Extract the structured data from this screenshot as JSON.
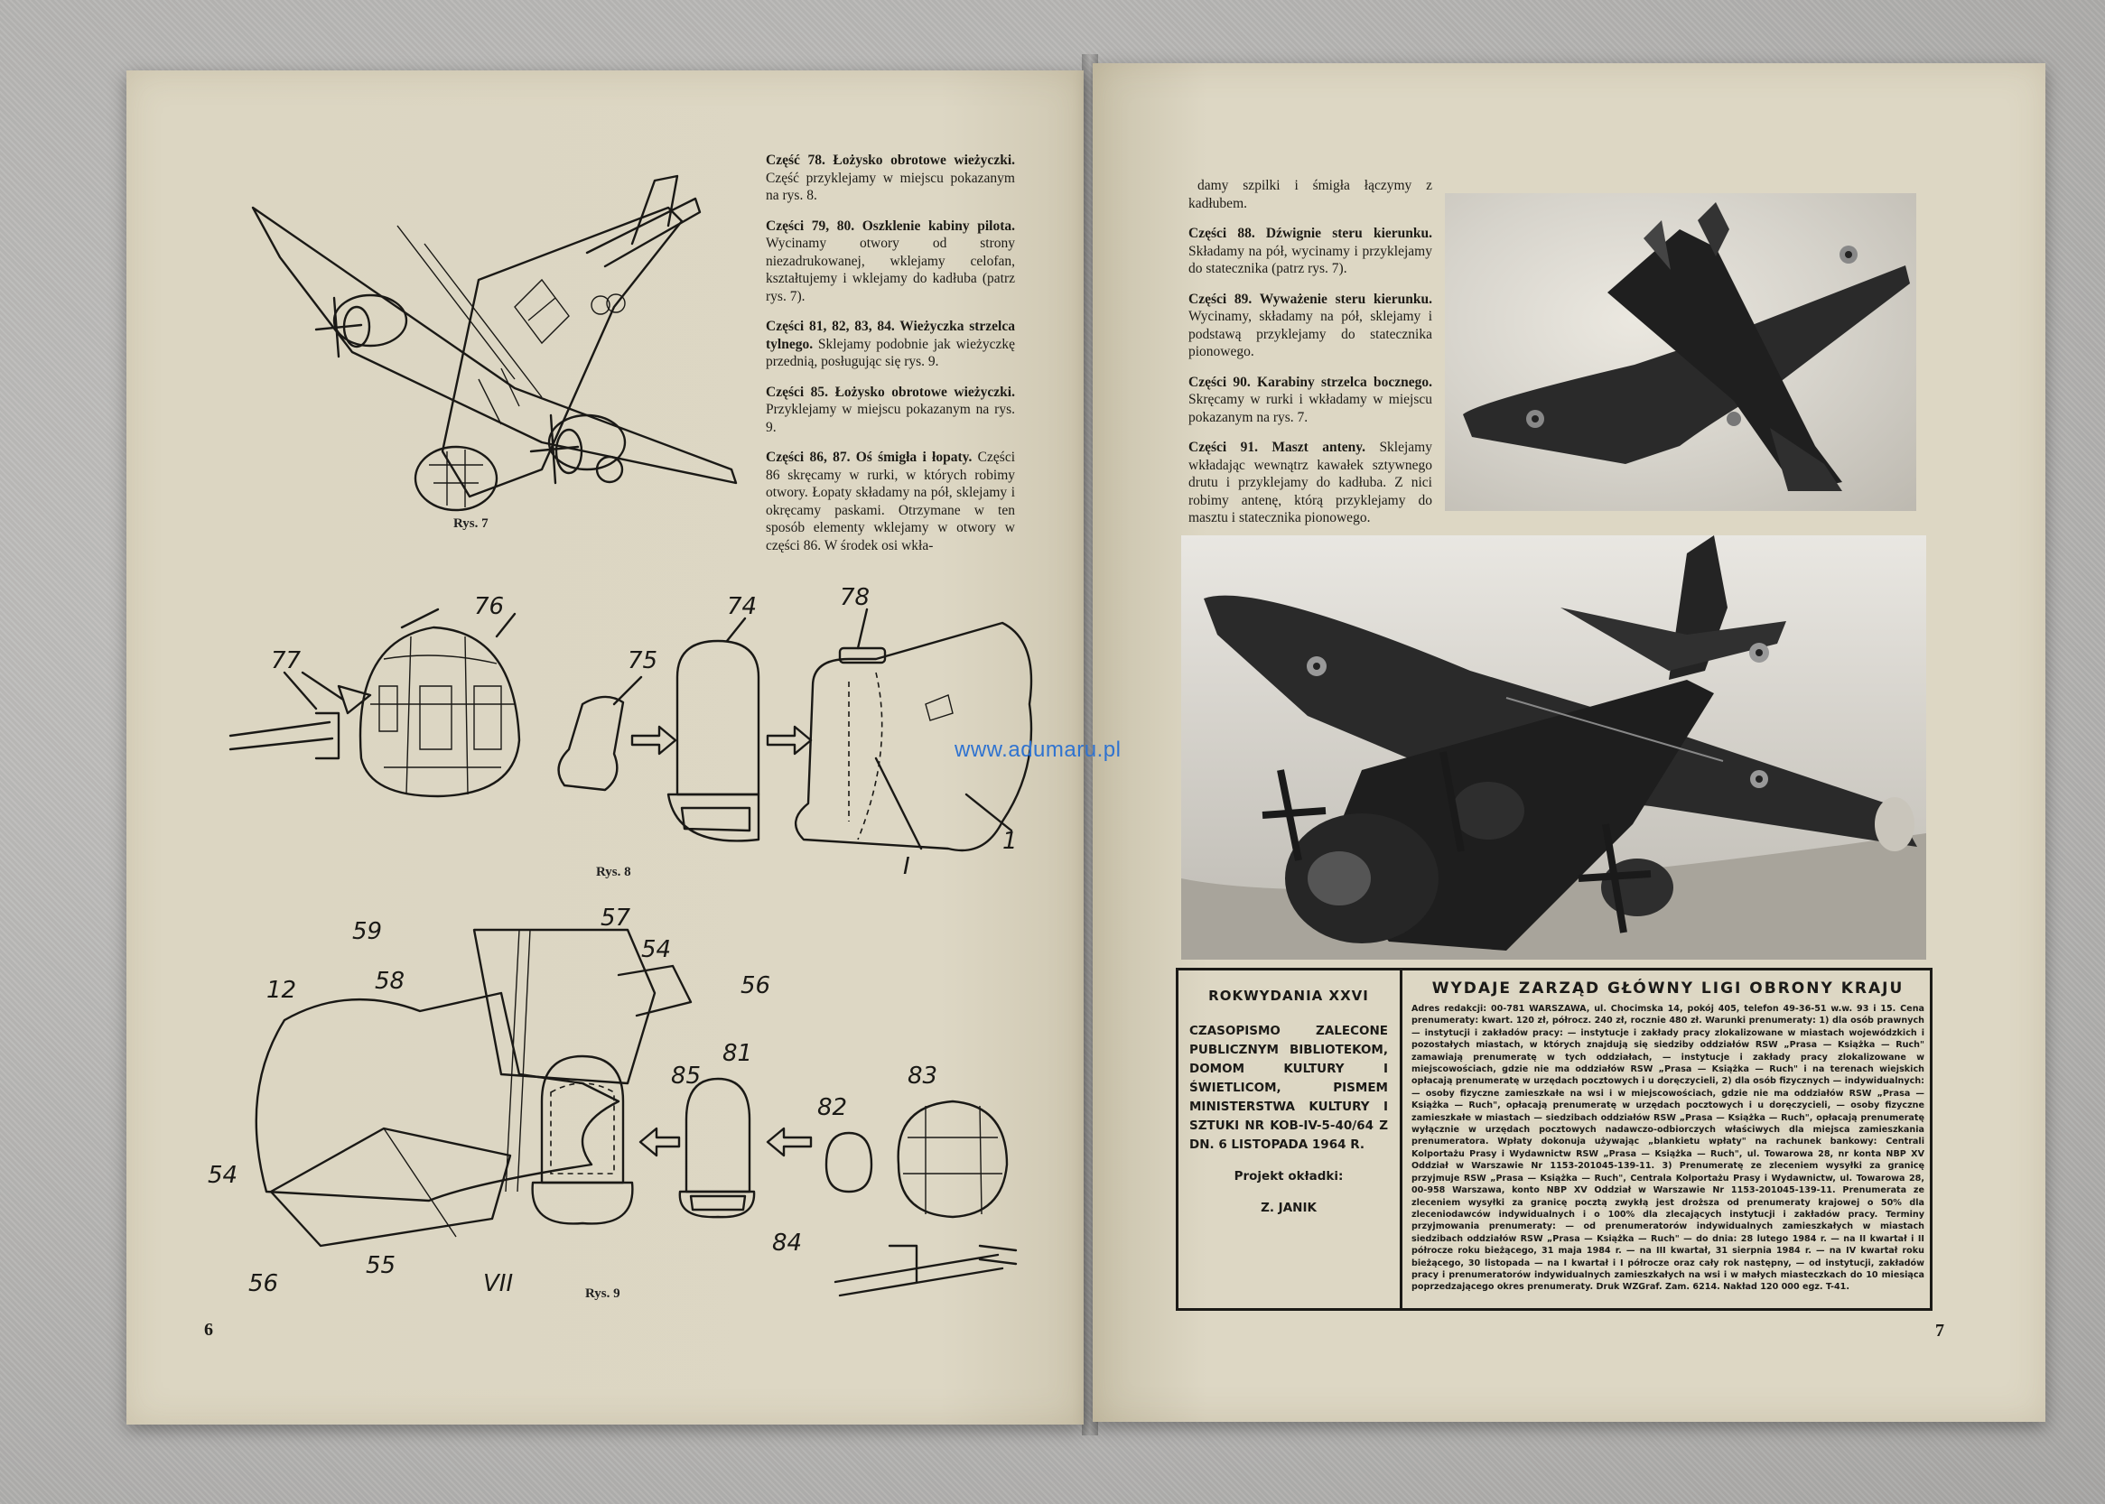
{
  "watermark": "www.adumaru.pl",
  "left_page": {
    "page_number": "6",
    "captions": {
      "fig7": "Rys. 7",
      "fig8": "Rys. 8",
      "fig9": "Rys. 9"
    },
    "parts": [
      {
        "title": "Część 78. Łożysko obrotowe wieżyczki.",
        "text": " Część przyklejamy w miejscu pokazanym na rys. 8."
      },
      {
        "title": "Części 79, 80. Oszklenie kabiny pilota.",
        "text": " Wycinamy otwory od strony niezadrukowanej, wklejamy celofan, kształtujemy i wklejamy do kadłuba (patrz rys. 7)."
      },
      {
        "title": "Części 81, 82, 83, 84. Wieżyczka strzelca tylnego.",
        "text": " Sklejamy podobnie jak wieżyczkę przednią, posługując się rys. 9."
      },
      {
        "title": "Części 85. Łożysko obrotowe wieżyczki.",
        "text": " Przyklejamy w miejscu pokazanym na rys. 9."
      },
      {
        "title": "Części 86, 87. Oś śmigła i łopaty.",
        "text": " Części 86 skręcamy w rurki, w których robimy otwory. Łopaty składamy na pół, sklejamy i okręcamy paskami. Otrzymane w ten sposób elementy wklejamy w otwory w części 86. W środek osi wkła-"
      }
    ],
    "fig8_labels": [
      "77",
      "76",
      "75",
      "74",
      "78",
      "1",
      "I"
    ],
    "fig9_labels": [
      "59",
      "57",
      "54",
      "12",
      "58",
      "56",
      "85",
      "81",
      "82",
      "83",
      "54",
      "56",
      "55",
      "VII",
      "84"
    ]
  },
  "right_page": {
    "page_number": "7",
    "intro": "damy szpilki i śmigła łączymy z kadłubem.",
    "parts": [
      {
        "title": "Części 88. Dźwignie steru kierunku.",
        "text": " Składamy na pół, wycinamy i przyklejamy do statecznika (patrz rys. 7)."
      },
      {
        "title": "Części 89. Wyważenie steru kierunku.",
        "text": " Wycinamy, składamy na pół, sklejamy i podstawą przyklejamy do statecznika pionowego."
      },
      {
        "title": "Części 90. Karabiny strzelca bocznego.",
        "text": " Skręcamy w rurki i wkładamy w miejscu pokazanym na rys. 7."
      },
      {
        "title": "Części 91. Maszt anteny.",
        "text": " Sklejamy wkładając wewnątrz kawałek sztywnego drutu i przyklejamy do kadłuba. Z nici robimy antenę, którą przyklejamy do masztu i statecznika pionowego."
      }
    ],
    "infobox": {
      "left_heading": "ROKWYDANIA XXVI",
      "left_text": "CZASOPISMO ZALECONE PUBLICZNYM BIBLIOTEKOM, DOMOM KULTURY I ŚWIETLICOM, PISMEM MINISTERSTWA KULTURY I SZTUKI NR KOB-IV-5-40/64 Z DN. 6 LISTOPADA 1964 R.",
      "cover_label": "Projekt okładki:",
      "cover_author": "Z. JANIK",
      "right_heading": "WYDAJE ZARZĄD GŁÓWNY LIGI OBRONY KRAJU",
      "right_text": "Adres redakcji: 00-781 WARSZAWA, ul. Chocimska 14, pokój 405, telefon 49-36-51 w.w. 93 i 15. Cena prenumeraty: kwart. 120 zł, półrocz. 240 zł, rocznie 480 zł. Warunki prenumeraty: 1) dla osób prawnych — instytucji i zakładów pracy: — instytucje i zakłady pracy zlokalizowane w miastach wojewódzkich i pozostałych miastach, w których znajdują się siedziby oddziałów RSW „Prasa — Książka — Ruch\" zamawiają prenumeratę w tych oddziałach, — instytucje i zakłady pracy zlokalizowane w miejscowościach, gdzie nie ma oddziałów RSW „Prasa — Książka — Ruch\" i na terenach wiejskich opłacają prenumeratę w urzędach pocztowych i u doręczycieli, 2) dla osób fizycznych — indywidualnych: — osoby fizyczne zamieszkałe na wsi i w miejscowościach, gdzie nie ma oddziałów RSW „Prasa — Książka — Ruch\", opłacają prenumeratę w urzędach pocztowych i u doręczycieli, — osoby fizyczne zamieszkałe w miastach — siedzibach oddziałów RSW „Prasa — Książka — Ruch\", opłacają prenumeratę wyłącznie w urzędach pocztowych nadawczo-odbiorczych właściwych dla miejsca zamieszkania prenumeratora. Wpłaty dokonuja używając „blankietu wpłaty\" na rachunek bankowy: Centrali Kolportażu Prasy i Wydawnictw RSW „Prasa — Książka — Ruch\", ul. Towarowa 28, nr konta NBP XV Oddział w Warszawie Nr 1153-201045-139-11. 3) Prenumeratę ze zleceniem wysyłki za granicę przyjmuje RSW „Prasa — Książka — Ruch\", Centrala Kolportażu Prasy i Wydawnictw, ul. Towarowa 28, 00-958 Warszawa, konto NBP XV Oddział w Warszawie Nr 1153-201045-139-11. Prenumerata ze zleceniem wysyłki za granicę pocztą zwykłą jest droższa od prenumeraty krajowej o 50% dla zleceniodawców indywidualnych i o 100% dla zlecających instytucji i zakładów pracy. Terminy przyjmowania prenumeraty: — od prenumeratorów indywidualnych zamieszkałych w miastach siedzibach oddziałów RSW „Prasa — Książka — Ruch\" — do dnia: 28 lutego 1984 r. — na II kwartał i II półrocze roku bieżącego, 31 maja 1984 r. — na III kwartał, 31 sierpnia 1984 r. — na IV kwartał roku bieżącego, 30 listopada — na I kwartał i I półrocze oraz cały rok następny, — od instytucji, zakładów pracy i prenumeratorów indywidualnych zamieszkałych na wsi i w małych miasteczkach do 10 miesiąca poprzedzającego okres prenumeraty. Druk WZGraf. Zam. 6214. Nakład 120 000 egz. T-41."
    }
  }
}
